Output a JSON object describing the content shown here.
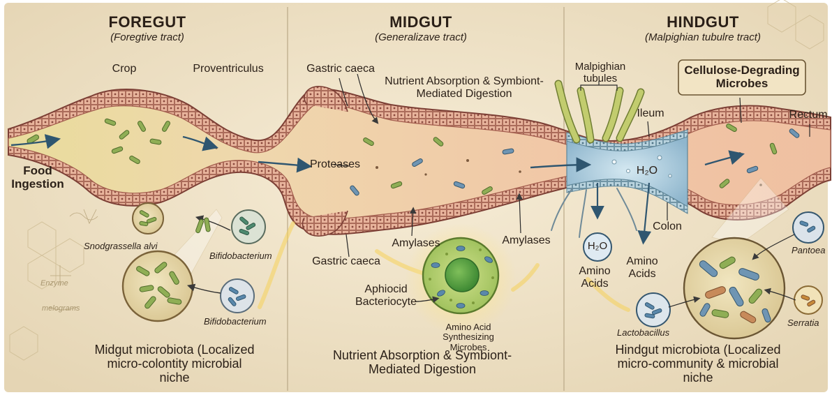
{
  "sections": [
    {
      "title": "FOREGUT",
      "subtitle": "(Foregtive tract)"
    },
    {
      "title": "MIDGUT",
      "subtitle": "(Generalizave tract)"
    },
    {
      "title": "HINDGUT",
      "subtitle": "(Malpighian tubulre tract)"
    }
  ],
  "labels": {
    "crop": "Crop",
    "proventriculus": "Proventriculus",
    "food_ingestion": "Food Ingestion",
    "gastric_caeca_top": "Gastric caeca",
    "gastric_caeca_bottom": "Gastric caeca",
    "nutrient_absorption_top": "Nutrient Absorption & Symbiont-Mediated Digestion",
    "proteases": "Proteases",
    "amylases_left": "Amylases",
    "amylases_right": "Amylases",
    "aphiocid": "Aphiocid Bacteriocyte",
    "amino_acid_synth": "Amino Acid Synthesizing Microbes",
    "malpighian": "Malpighian tubules",
    "ileum": "Ileum",
    "h2o_ileum": "H₂O",
    "colon": "Colon",
    "h2o_bubble": "H₂O",
    "amino_acids_left": "Amino Acids",
    "amino_acids_right": "Amino Acids",
    "cellulose_box": "Cellulose-Degrading Microbes",
    "rectum": "Rectum"
  },
  "microbes": {
    "snodgrassella": "Snodgrassella alvi",
    "bifido_top": "Bifidobacterium",
    "bifido_bottom": "Bifidobacterium",
    "pantoea": "Pantoea",
    "lactobacillus": "Lactobacillus",
    "serratia": "Serratia"
  },
  "sketch_notes": {
    "enzyme": "Enzyme",
    "meloshgrams": "melograms"
  },
  "bottom_captions": {
    "left": "Midgut microbiota (Localized micro-colontity microbial niche",
    "center": "Nutrient Absorption & Symbiont-Mediated Digestion",
    "right": "Hindgut microbiota (Localized micro-community & microbial niche"
  },
  "colors": {
    "background": "#f1e6cf",
    "tissue": "#d9958a",
    "lumen": "#f0c9a8",
    "foregut_lumen": "#eadca0",
    "ileum": "#a9c9dc",
    "bacteria_green": "#8fae55",
    "bacteria_blue": "#5a88ab",
    "arrow": "#2f5670",
    "glow": "#f6d15a"
  }
}
